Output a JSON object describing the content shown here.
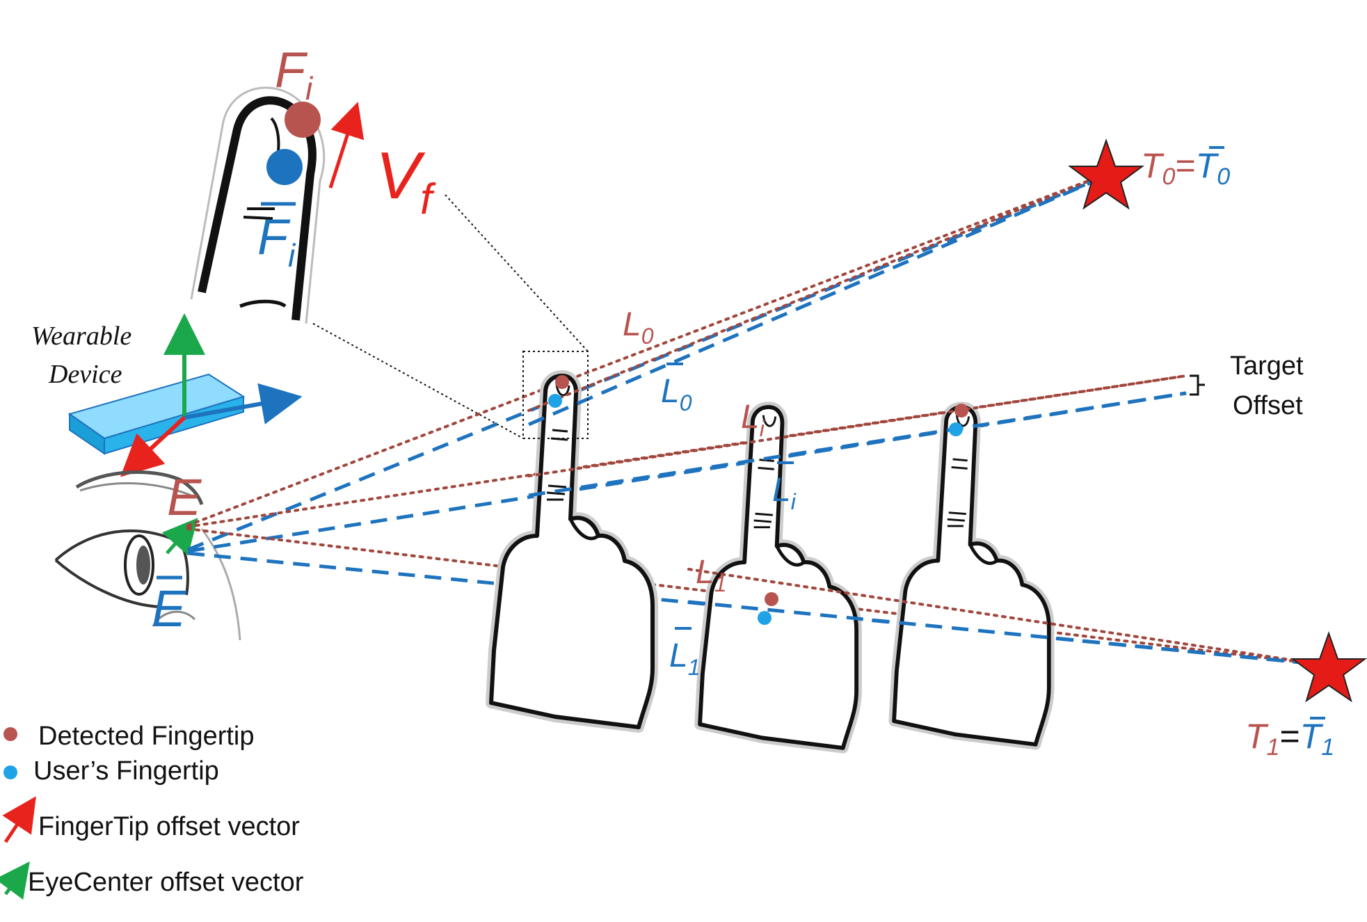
{
  "colors": {
    "detected": "#b85450",
    "user": "#1e73be",
    "fingertip_vector": "#e8231e",
    "eyecenter_vector": "#1aa84a",
    "star": "#e41b17",
    "device": "#4fc3f7"
  },
  "device": {
    "line1": "Wearable",
    "line2": "Device"
  },
  "inset": {
    "detected_label": "F",
    "detected_sub": "i",
    "user_label": "F",
    "user_sub": "i",
    "vector_label": "V",
    "vector_sub": "f"
  },
  "eye": {
    "detected_label": "E",
    "user_label": "E"
  },
  "rays": {
    "l0_detected": "L",
    "l0_detected_sub": "0",
    "l0_user": "L",
    "l0_user_sub": "0",
    "li_detected": "L",
    "li_detected_sub": "i",
    "li_user": "L",
    "li_user_sub": "i",
    "l1_detected": "L",
    "l1_detected_sub": "1",
    "l1_user": "L",
    "l1_user_sub": "1"
  },
  "targets": {
    "t0": {
      "left": "T",
      "left_sub": "0",
      "eq": "=",
      "right": "T",
      "right_sub": "0"
    },
    "t1": {
      "left": "T",
      "left_sub": "1",
      "eq": "=",
      "right": "T",
      "right_sub": "1"
    }
  },
  "target_offset": {
    "line1": "Target",
    "line2": "Offset"
  },
  "legend": {
    "detected": "Detected Fingertip",
    "user": "User’s Fingertip",
    "fingertip_vector": "FingerTip offset vector",
    "eyecenter_vector": "EyeCenter offset vector"
  }
}
